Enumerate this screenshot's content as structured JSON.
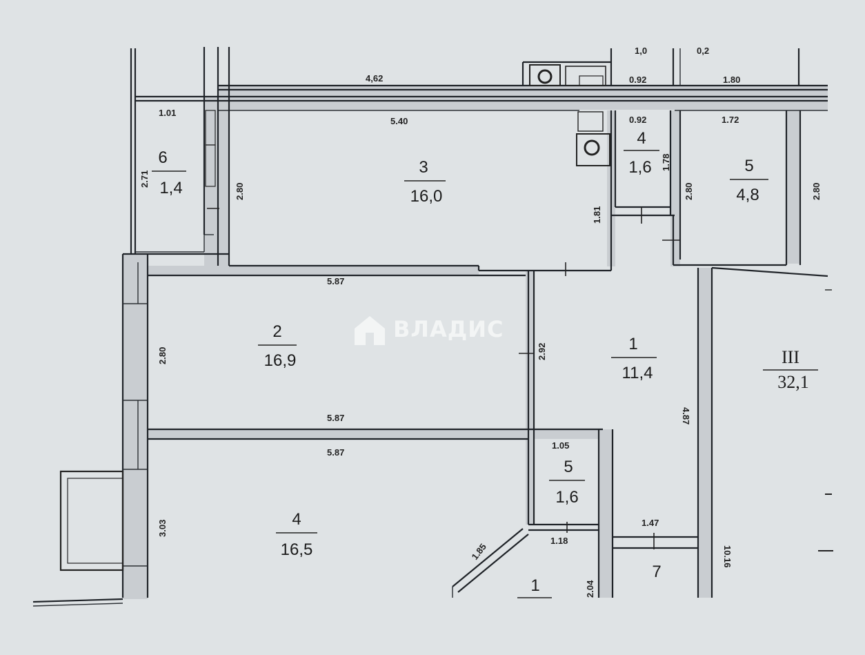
{
  "watermark": {
    "text": "ВЛАДИС",
    "icon": "house-logo-icon",
    "color": "#ffffff"
  },
  "rooms": [
    {
      "id": "room-6-loggia",
      "number": "6",
      "area": "1,4"
    },
    {
      "id": "room-3",
      "number": "3",
      "area": "16,0"
    },
    {
      "id": "room-4-small",
      "number": "4",
      "area": "1,6"
    },
    {
      "id": "room-5-top",
      "number": "5",
      "area": "4,8"
    },
    {
      "id": "room-2",
      "number": "2",
      "area": "16,9"
    },
    {
      "id": "room-1-hall",
      "number": "1",
      "area": "11,4"
    },
    {
      "id": "room-4-large",
      "number": "4",
      "area": "16,5"
    },
    {
      "id": "room-5-bath",
      "number": "5",
      "area": "1,6"
    },
    {
      "id": "room-7",
      "number": "7",
      "area": ""
    },
    {
      "id": "room-1-bottom",
      "number": "1",
      "area": ""
    }
  ],
  "common_area": {
    "label": "III",
    "area": "32,1"
  },
  "partial_top": [
    "1,0",
    "0,2"
  ],
  "dimensions": {
    "top_4_62": "4,62",
    "top_0_92": "0.92",
    "top_1_80": "1.80",
    "d_1_01": "1.01",
    "d_5_40": "5.40",
    "d_0_92b": "0.92",
    "d_1_72": "1.72",
    "d_2_71": "2.71",
    "d_2_80_a": "2.80",
    "d_1_78": "1.78",
    "d_2_80_b": "2.80",
    "d_2_80_c": "2.80",
    "d_1_81": "1.81",
    "d_5_87_a": "5.87",
    "d_2_80_d": "2.80",
    "d_2_92": "2.92",
    "d_4_87": "4.87",
    "d_5_87_b": "5.87",
    "d_5_87_c": "5.87",
    "d_1_05": "1.05",
    "d_3_03": "3.03",
    "d_1_47": "1.47",
    "d_1_18": "1.18",
    "d_1_85": "1.85",
    "d_2_04": "2.04",
    "d_10_16": "10.16"
  }
}
